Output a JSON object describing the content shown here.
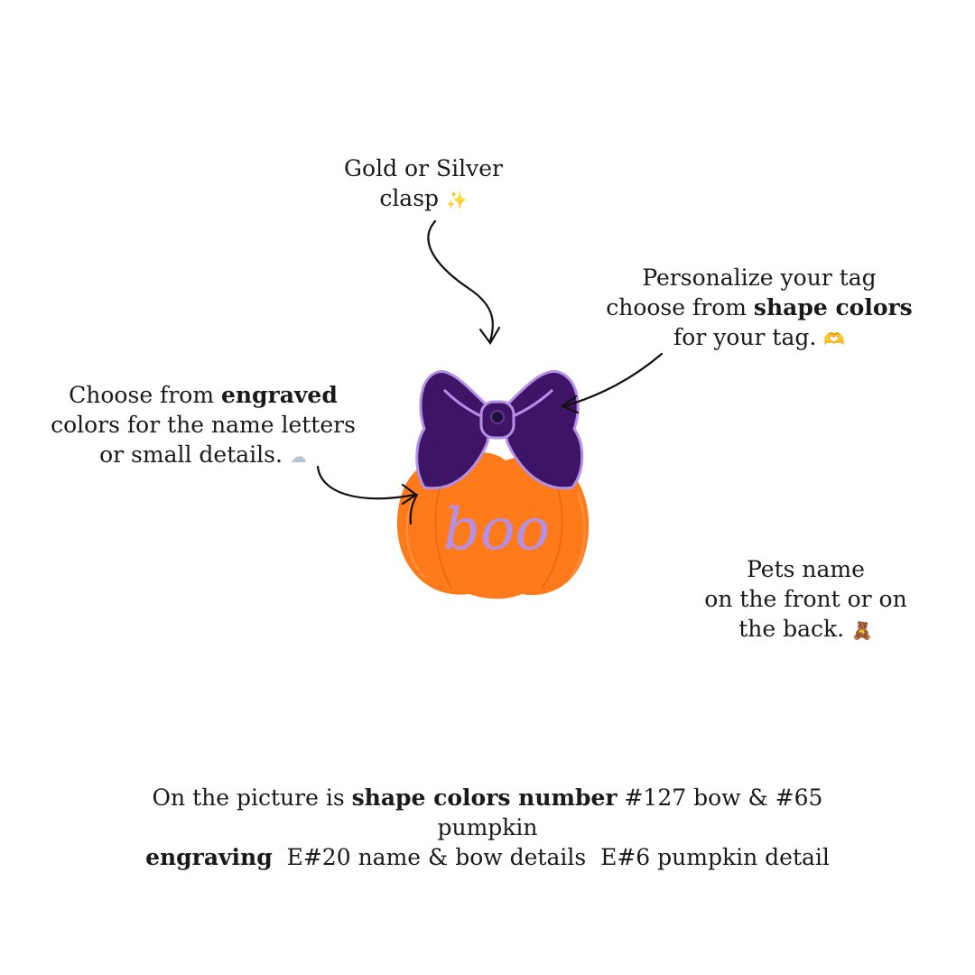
{
  "clasp_note": {
    "line1": "Gold or Silver",
    "line2": "clasp",
    "emoji": "✨"
  },
  "shape_note": {
    "line1": "Personalize your tag",
    "line2_pre": "choose from ",
    "line2_bold": "shape colors",
    "line3": "for your tag.",
    "emoji": "🫶"
  },
  "engraved_note": {
    "line1_pre": "Choose from ",
    "line1_bold": "engraved",
    "line2": "colors for the name letters",
    "line3": "or small details.",
    "emoji": "☁"
  },
  "pets_note": {
    "line1": "Pets name",
    "line2": "on the front or on",
    "line3": "the back.",
    "emoji": "🧸"
  },
  "bottom_note": {
    "line1_pre": "On the picture is ",
    "line1_bold": "shape colors number",
    "line1_post": " #127 bow & #65",
    "line2": "pumpkin",
    "line3_bold": "engraving",
    "line3_post": "  E#20 name & bow details  E#6 pumpkin detail"
  },
  "product": {
    "engraved_text": "boo",
    "colors": {
      "pumpkin": "#ff7a1a",
      "bow": "#3d1466",
      "engraving": "#b48fe6"
    }
  }
}
